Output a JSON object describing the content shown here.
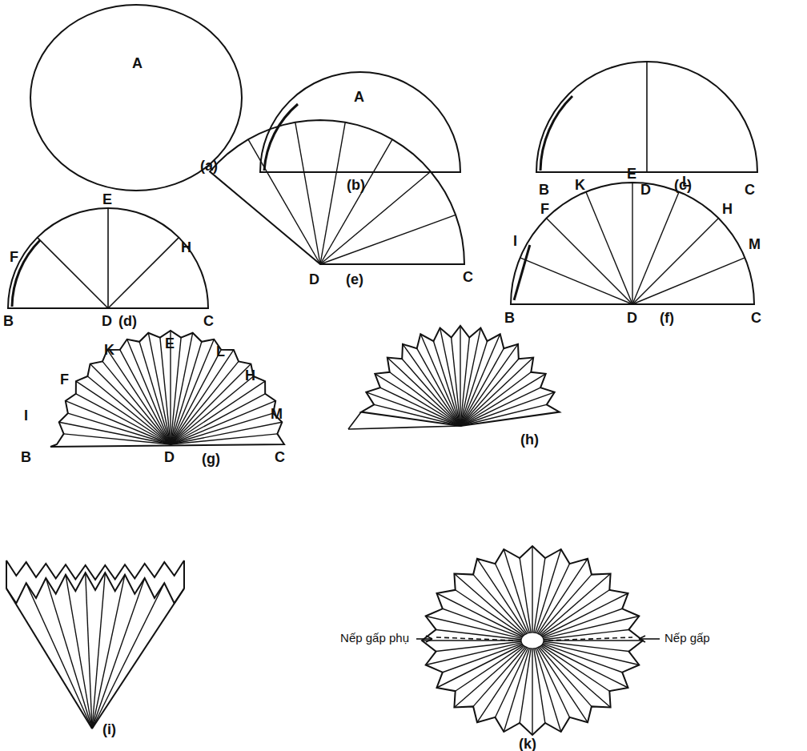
{
  "diagram": {
    "labels": [
      "A",
      "(a)",
      "A",
      "(b)",
      "B",
      "D",
      "(c)",
      "C",
      "E",
      "F",
      "H",
      "B",
      "D",
      "(d)",
      "C",
      "D",
      "(e)",
      "C",
      "K",
      "E",
      "L",
      "F",
      "H",
      "I",
      "M",
      "B",
      "D",
      "(f)",
      "C",
      "K",
      "E",
      "L",
      "F",
      "H",
      "I",
      "M",
      "B",
      "D",
      "(g)",
      "C",
      "(h)",
      "(i)",
      "Nếp gấp phụ",
      "Nếp gấp",
      "(k)"
    ]
  }
}
